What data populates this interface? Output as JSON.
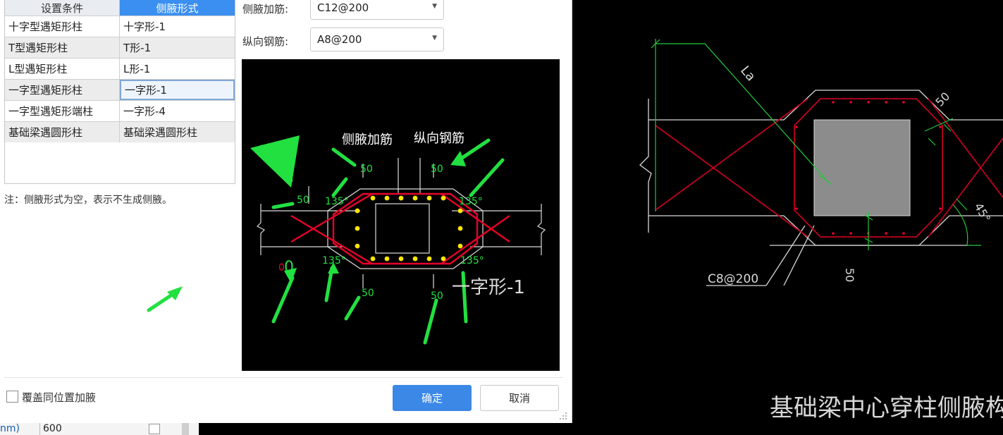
{
  "table": {
    "headers": [
      "设置条件",
      "侧腋形式"
    ],
    "rows": [
      {
        "condition": "十字型遇矩形柱",
        "form": "十字形-1"
      },
      {
        "condition": "T型遇矩形柱",
        "form": "T形-1"
      },
      {
        "condition": "L型遇矩形柱",
        "form": "L形-1"
      },
      {
        "condition": "一字型遇矩形柱",
        "form": "一字形-1"
      },
      {
        "condition": "一字型遇矩形端柱",
        "form": "一字形-4"
      },
      {
        "condition": "基础梁遇圆形柱",
        "form": "基础梁遇圆形柱"
      }
    ],
    "selected_row": 3
  },
  "note": "注：侧腋形式为空，表示不生成侧腋。",
  "fields": {
    "side_rebar_label": "侧腋加筋:",
    "side_rebar_value": "C12@200",
    "long_rebar_label": "纵向钢筋:",
    "long_rebar_value": "A8@200"
  },
  "preview": {
    "label_side": "侧腋加筋",
    "label_long": "纵向钢筋",
    "dim_50": "50",
    "angle_135": "135°",
    "red_0": "0",
    "title": "一字形-1"
  },
  "footer": {
    "override_label": "覆盖同位置加腋",
    "override_checked": false,
    "ok": "确定",
    "cancel": "取消"
  },
  "behind": {
    "label": "nm)",
    "value": "600"
  },
  "cad": {
    "la": "La",
    "dim_50": "50",
    "angle_45": "45°",
    "stirrup": "C8@200",
    "title": "基础梁中心穿柱侧腋构造"
  },
  "colors": {
    "accent": "#3a8ff0",
    "rebar_red": "#e8002a",
    "annot_green": "#22e040",
    "rebar_dot": "#ffe600"
  }
}
